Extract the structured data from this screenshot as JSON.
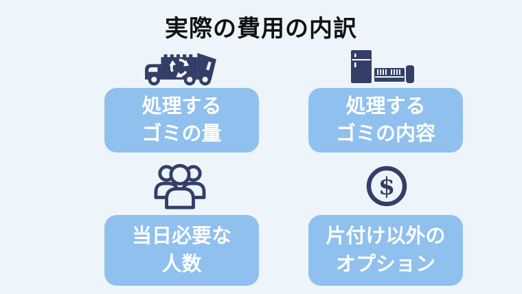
{
  "title": "実際の費用の内訳",
  "colors": {
    "background": "#eef5fa",
    "card": "#8fc0ee",
    "icon": "#333f66",
    "card_text": "#ffffff",
    "title_text": "#111111"
  },
  "cards": [
    {
      "icon": "garbage-truck-icon",
      "line1": "処理する",
      "line2": "ゴミの量"
    },
    {
      "icon": "furniture-icon",
      "line1": "処理する",
      "line2": "ゴミの内容"
    },
    {
      "icon": "people-icon",
      "line1": "当日必要な",
      "line2": "人数"
    },
    {
      "icon": "dollar-icon",
      "line1": "片付け以外の",
      "line2": "オプション"
    }
  ],
  "icons": {
    "dollar_glyph": "$"
  }
}
